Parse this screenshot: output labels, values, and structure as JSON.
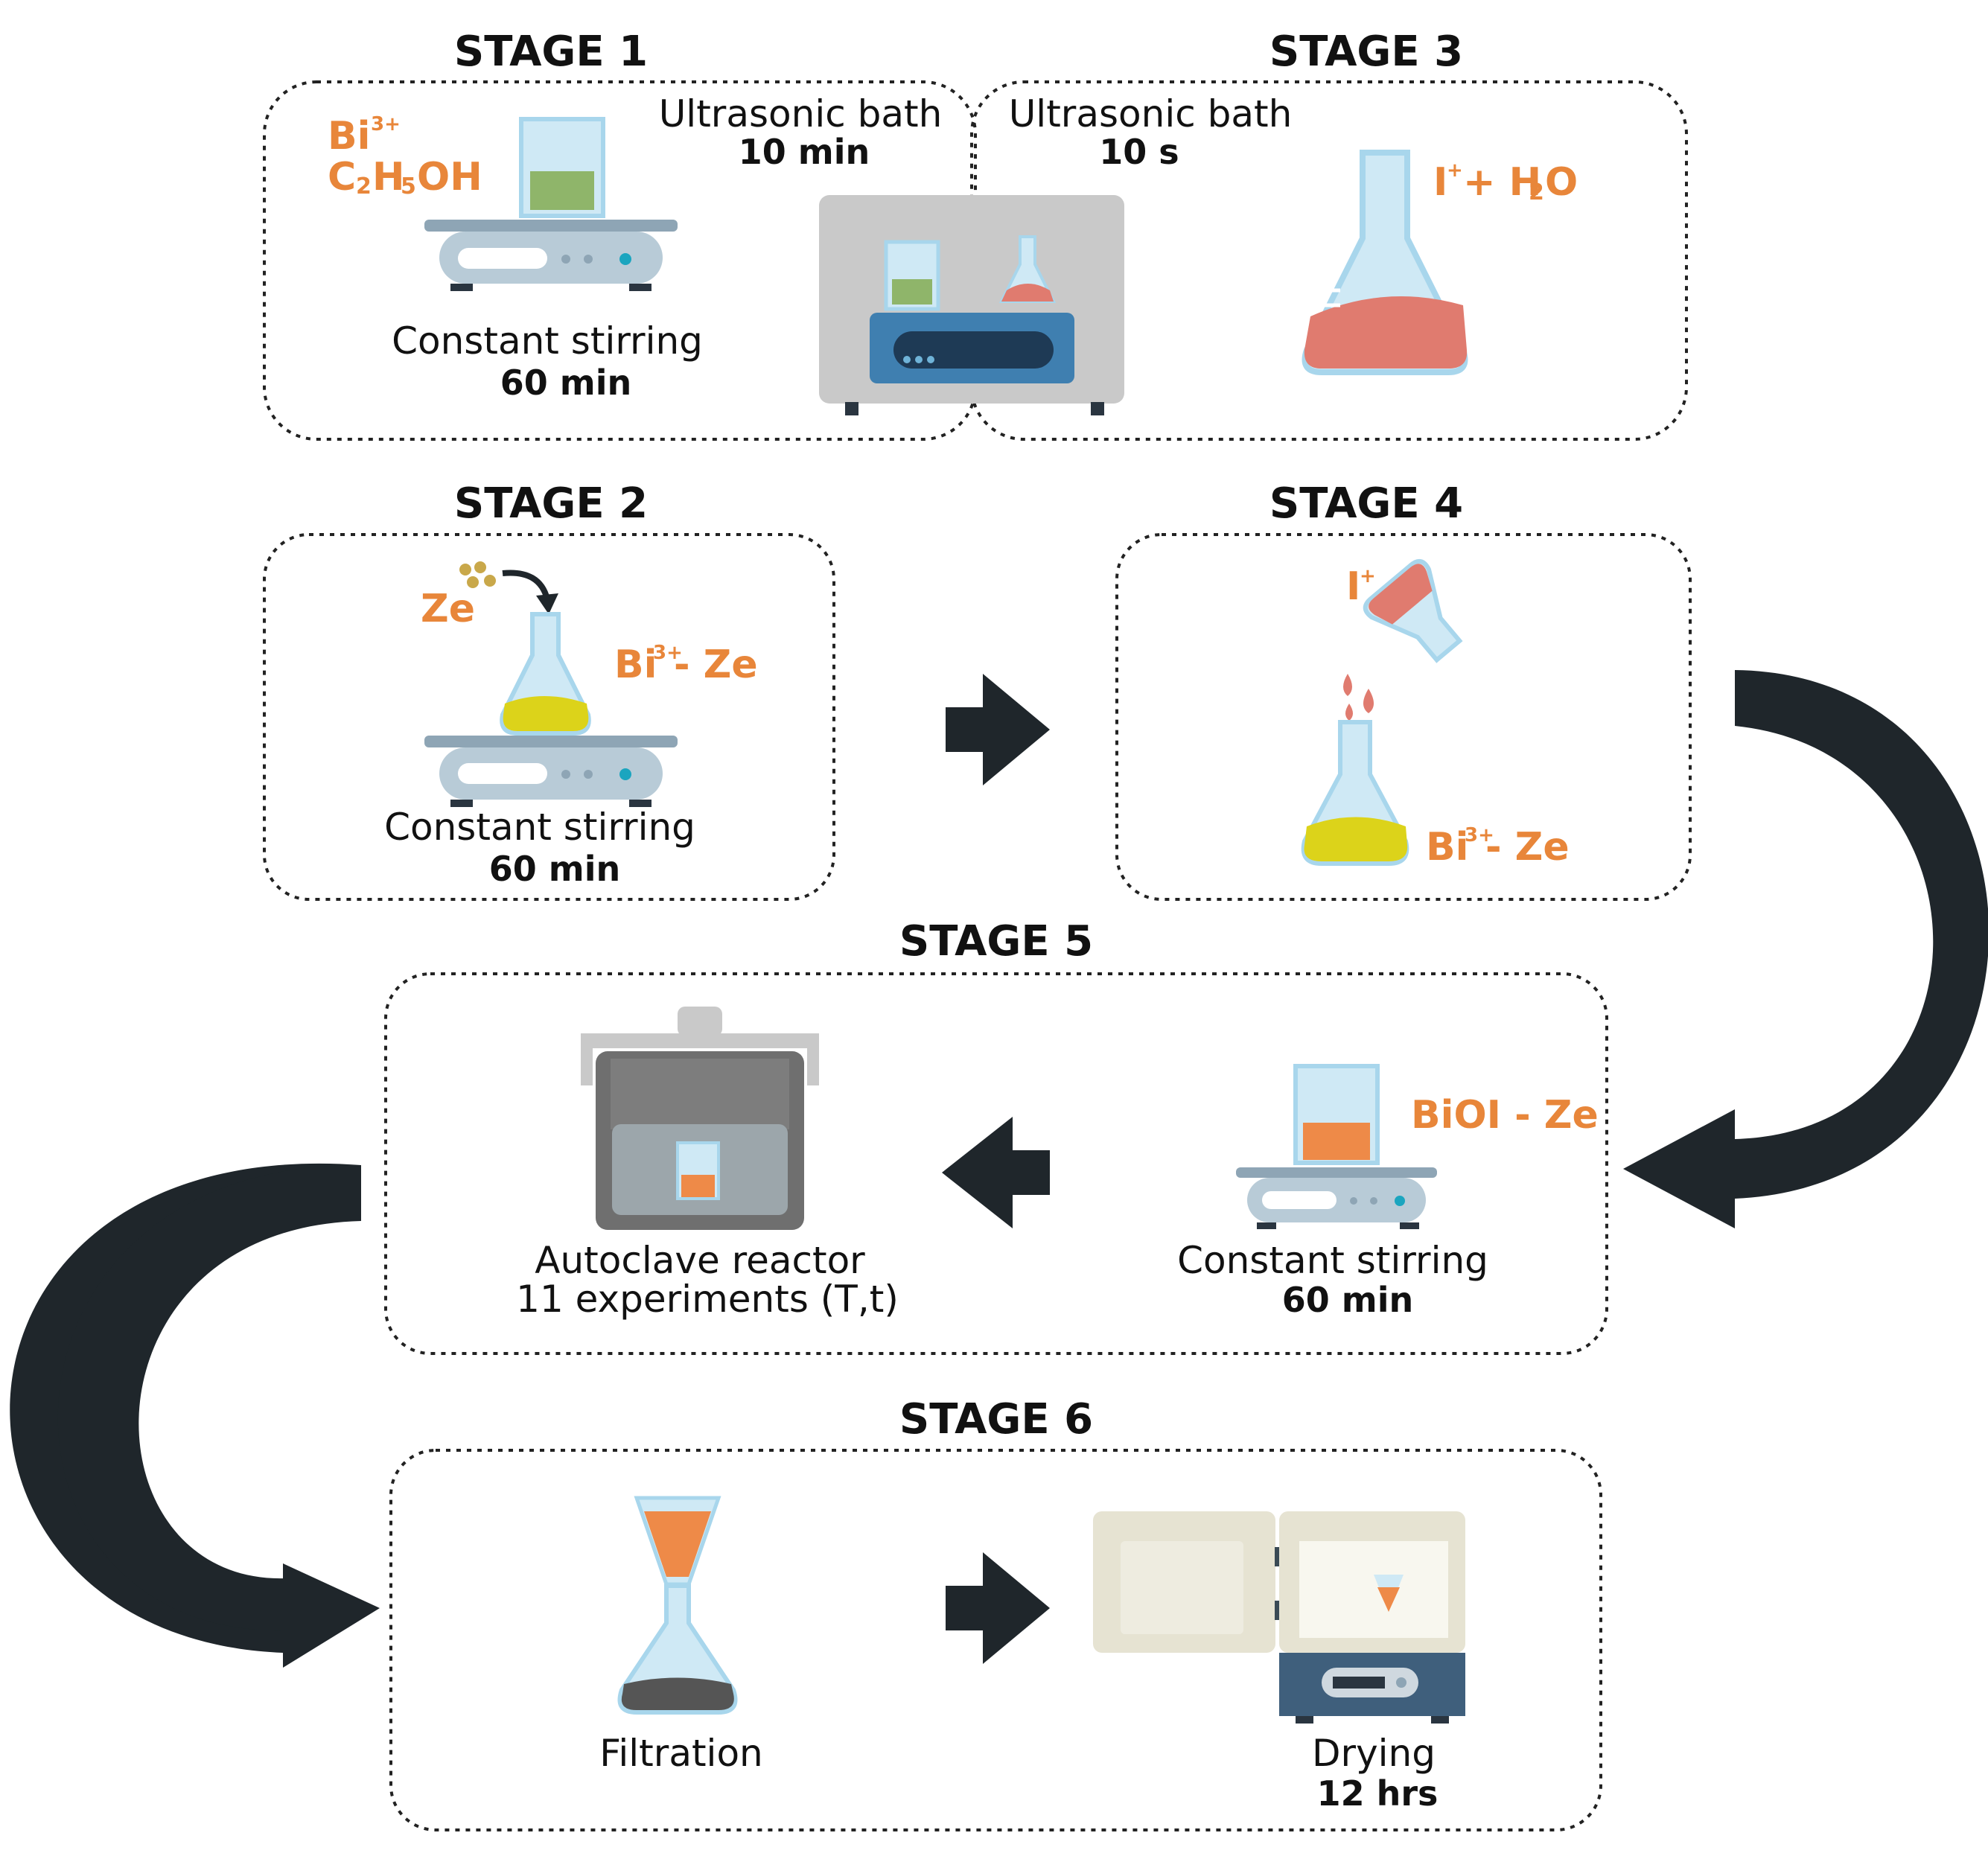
{
  "stages": {
    "s1": {
      "title": "STAGE 1",
      "stir_label": "Constant stirring",
      "stir_time": "60 min",
      "bath_label": "Ultrasonic bath",
      "bath_time": "10 min",
      "chem1": "Bi",
      "chem1_sup": "3+",
      "chem2_a": "C",
      "chem2_b": "2",
      "chem2_c": "H",
      "chem2_d": "5",
      "chem2_e": "OH"
    },
    "s2": {
      "title": "STAGE 2",
      "stir_label": "Constant stirring",
      "stir_time": "60 min",
      "ze": "Ze",
      "mix_a": "Bi",
      "mix_sup": "3+",
      "mix_b": "- Ze"
    },
    "s3": {
      "title": "STAGE 3",
      "bath_label": "Ultrasonic bath",
      "bath_time": "10 s",
      "chem_a": "I",
      "chem_sup": "+",
      "chem_b": "+ H",
      "chem_sub": "2",
      "chem_c": "O"
    },
    "s4": {
      "title": "STAGE 4",
      "i_label": "I",
      "i_sup": "+",
      "mix_a": "Bi",
      "mix_sup": "3+",
      "mix_b": "- Ze"
    },
    "s5": {
      "title": "STAGE 5",
      "autoclave_label": "Autoclave reactor",
      "autoclave_sub": "11 experiments (T,t)",
      "product": "BiOI - Ze",
      "stir_label": "Constant stirring",
      "stir_time": "60 min"
    },
    "s6": {
      "title": "STAGE 6",
      "filtration": "Filtration",
      "drying": "Drying",
      "drying_time": "12 hrs"
    }
  },
  "colors": {
    "orange_text": "#e8863a",
    "green_liquid": "#8fb56a",
    "pink_liquid": "#e07b6f",
    "yellow_liquid": "#dcd31a",
    "orange_liquid": "#ee8a48",
    "glass": "#cfe9f5",
    "arrow": "#1f262b",
    "device_blue": "#3f7fb0"
  }
}
